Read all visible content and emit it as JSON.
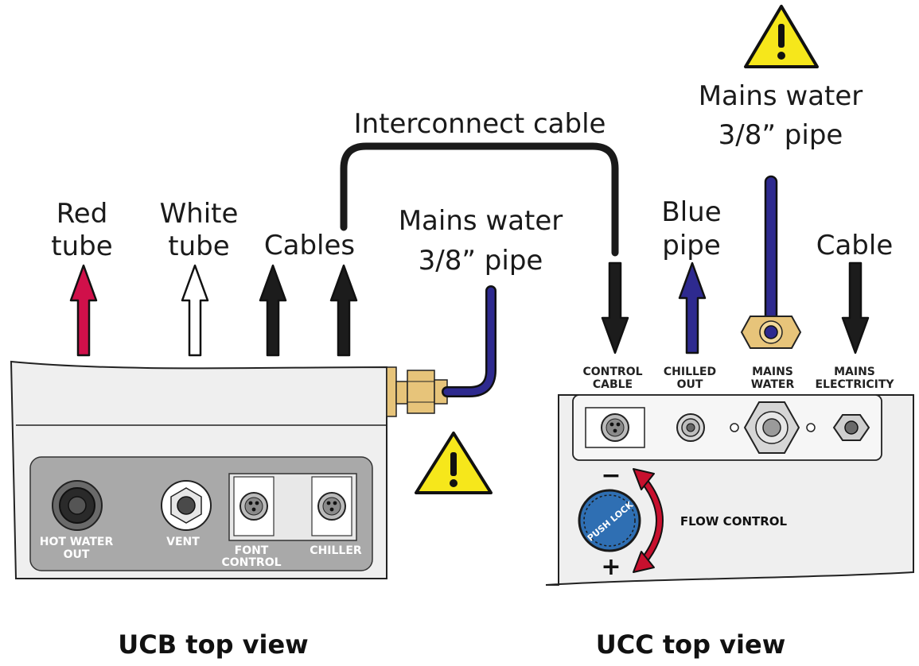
{
  "labels": {
    "red_tube": [
      "Red",
      "tube"
    ],
    "white_tube": [
      "White",
      "tube"
    ],
    "cables": "Cables",
    "interconnect": "Interconnect cable",
    "mains_left": [
      "Mains water",
      "3/8” pipe"
    ],
    "mains_top": [
      "Mains water",
      "3/8” pipe"
    ],
    "blue_pipe": [
      "Blue",
      "pipe"
    ],
    "cable": "Cable"
  },
  "ucb": {
    "caption": "UCB top view",
    "ports": {
      "hot_water": [
        "HOT WATER",
        "OUT"
      ],
      "vent": "VENT",
      "font": [
        "FONT",
        "CONTROL"
      ],
      "chiller": "CHILLER"
    }
  },
  "ucc": {
    "caption": "UCC top view",
    "ports": {
      "control": [
        "CONTROL",
        "CABLE"
      ],
      "chilled": [
        "CHILLED",
        "OUT"
      ],
      "mains_water": [
        "MAINS",
        "WATER"
      ],
      "mains_elec": [
        "MAINS",
        "ELECTRICITY"
      ]
    },
    "flow_control": "FLOW CONTROL",
    "push_lock": "PUSH LOCK",
    "minus": "−",
    "plus": "+"
  },
  "icons": [
    "warning-icon",
    "arrow-up-icon",
    "arrow-down-icon"
  ],
  "colors": {
    "red_tube": "#d0104a",
    "white_tube": "#ffffff",
    "black": "#1c1c1c",
    "blue_pipe": "#2e2a8f",
    "warning": "#f6e71b",
    "brass": "#e7c47a",
    "flow_arrow": "#c8102e",
    "knob": "#2f6fb3"
  }
}
